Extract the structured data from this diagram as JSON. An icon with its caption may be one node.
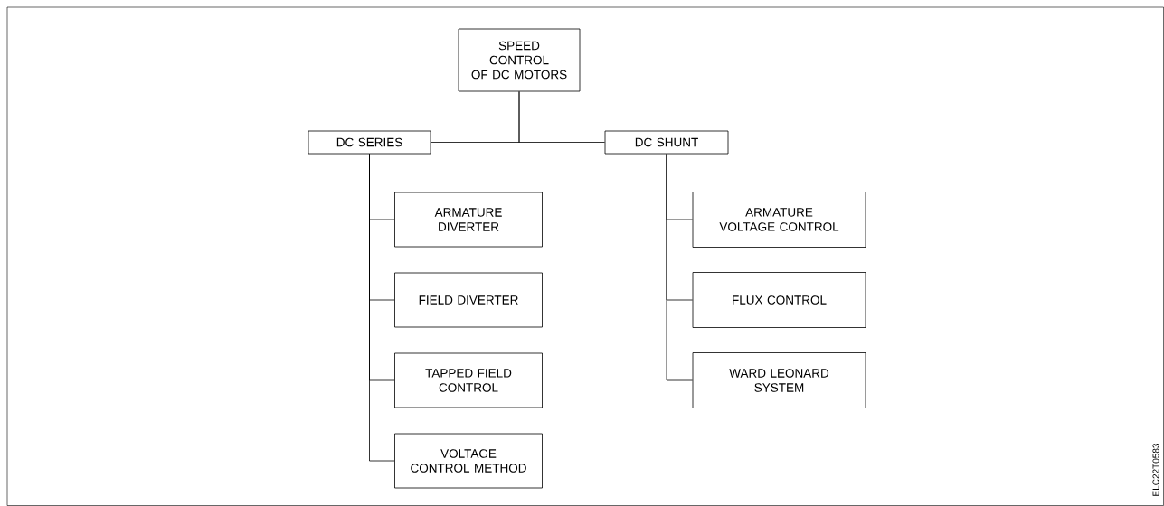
{
  "diagram": {
    "nodes": [
      {
        "text": [
          "SPEED CONTROL OF DC MOTORS"
        ]
      },
      {
        "text": [
          "DC SERIES"
        ]
      },
      {
        "text": [
          "DC SHUNT"
        ]
      },
      {
        "text": [
          "ARMATURE DIVERTER"
        ]
      },
      {
        "text": [
          "FIELD DIVERTER"
        ]
      },
      {
        "text": [
          "TAPPED FIELD CONTROL"
        ]
      },
      {
        "text": [
          "VOLTAGE CONTROL METHOD"
        ]
      },
      {
        "text": [
          "ARMATURE VOLTAGE CONTROL"
        ]
      },
      {
        "text": [
          "FLUX CONTROL"
        ]
      },
      {
        "text": [
          "WARD LEONARD SYSTEM"
        ]
      }
    ],
    "edges": [
      {
        "from": 0,
        "to": 1,
        "arrow": "none"
      },
      {
        "from": 0,
        "to": 2,
        "arrow": "none"
      },
      {
        "from": 1,
        "to": 3,
        "arrow": "none"
      },
      {
        "from": 1,
        "to": 4,
        "arrow": "none"
      },
      {
        "from": 1,
        "to": 5,
        "arrow": "none"
      },
      {
        "from": 1,
        "to": 6,
        "arrow": "none"
      },
      {
        "from": 2,
        "to": 7,
        "arrow": "none"
      },
      {
        "from": 2,
        "to": 8,
        "arrow": "none"
      },
      {
        "from": 2,
        "to": 9,
        "arrow": "none"
      }
    ],
    "labels": [
      "ELC22T0583"
    ]
  }
}
